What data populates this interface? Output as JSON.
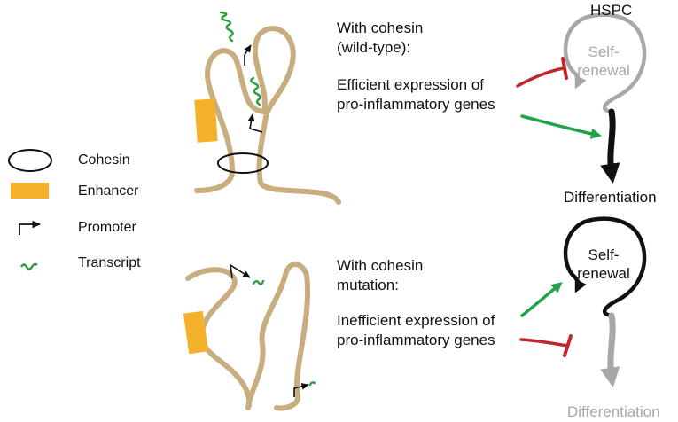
{
  "legend": {
    "cohesin": "Cohesin",
    "enhancer": "Enhancer",
    "promoter": "Promoter",
    "transcript": "Transcript"
  },
  "top_panel": {
    "heading_line1": "With cohesin",
    "heading_line2": "(wild-type):",
    "desc_line1": "Efficient expression of",
    "desc_line2": "pro-inflammatory genes",
    "cycle_title": "HSPC",
    "self_renewal_line1": "Self-",
    "self_renewal_line2": "renewal",
    "differentiation": "Differentiation"
  },
  "bottom_panel": {
    "heading_line1": "With cohesin",
    "heading_line2": "mutation:",
    "desc_line1": "Inefficient expression of",
    "desc_line2": "pro-inflammatory genes",
    "self_renewal_line1": "Self-",
    "self_renewal_line2": "renewal",
    "differentiation": "Differentiation"
  },
  "colors": {
    "chromatin": "#c8ad7e",
    "enhancer": "#f6b12b",
    "transcript": "#2b9e3e",
    "activation_arrow": "#22a34a",
    "inhibition": "#c0272d",
    "active_path": "#111111",
    "inactive_path": "#a7a7a7"
  }
}
